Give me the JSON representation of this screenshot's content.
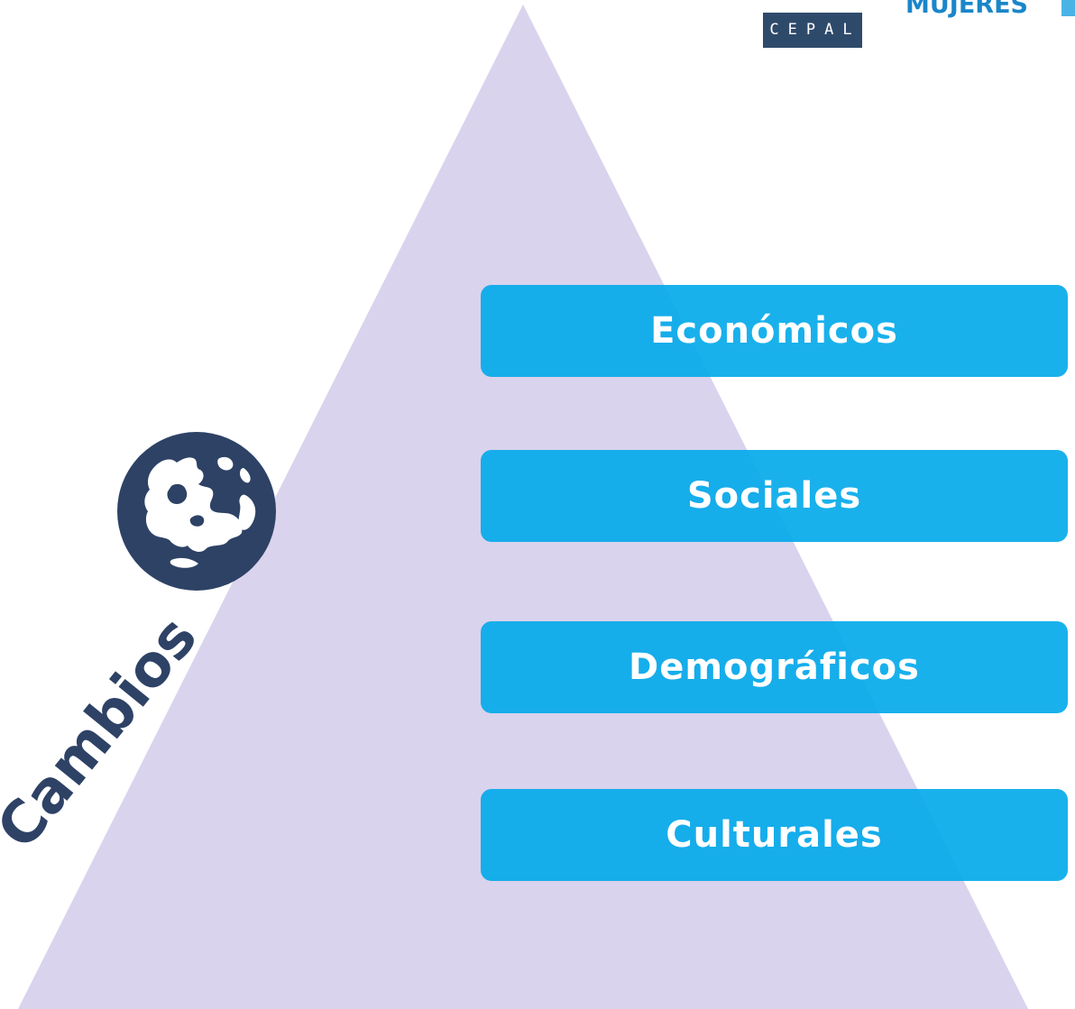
{
  "header": {
    "logo_left": "CEPAL",
    "logo_right": "MUJERES"
  },
  "diagram": {
    "main_label": "Cambios",
    "categories": [
      "Económicos",
      "Sociales",
      "Demográficos",
      "Culturales"
    ]
  },
  "icons": {
    "globe": "globe-icon"
  },
  "colors": {
    "pyramid": "#d9d3ed",
    "boxes": "#00a8ea",
    "box_text": "#ffffff",
    "navy": "#2e4266",
    "cepal_logo": "#2e4a6b",
    "mujeres_logo": "#1a86c9"
  }
}
